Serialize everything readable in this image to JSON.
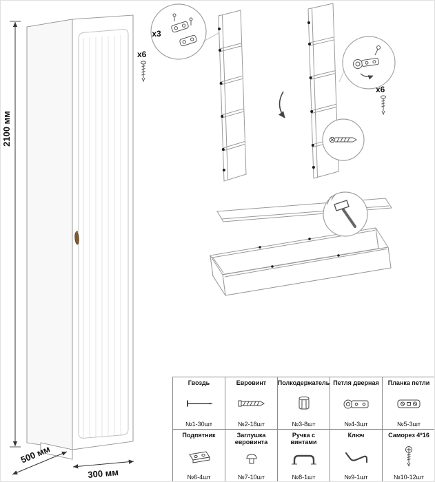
{
  "dimensions": {
    "height": "2100 мм",
    "depth": "500 мм",
    "width": "300 мм"
  },
  "assembly": {
    "callout_labels": {
      "hinge_plate_count": "x3",
      "screw_count_left": "x6",
      "screw_count_right": "x6"
    }
  },
  "parts_table": {
    "parts": [
      {
        "name": "Гвоздь",
        "qty": "№1-30шт",
        "icon": "nail-icon"
      },
      {
        "name": "Евровинт",
        "qty": "№2-18шт",
        "icon": "euroscrew-icon"
      },
      {
        "name": "Полкодержатель",
        "qty": "№3-8шт",
        "icon": "shelf-pin-icon"
      },
      {
        "name": "Петля дверная",
        "qty": "№4-3шт",
        "icon": "door-hinge-icon"
      },
      {
        "name": "Планка петли",
        "qty": "№5-3шт",
        "icon": "hinge-plate-icon"
      },
      {
        "name": "Подпятник",
        "qty": "№6-4шт",
        "icon": "foot-pad-icon"
      },
      {
        "name": "Заглушка евровинта",
        "qty": "№7-10шт",
        "icon": "screw-cap-icon"
      },
      {
        "name": "Ручка с винтами",
        "qty": "№8-1шт",
        "icon": "handle-icon"
      },
      {
        "name": "Ключ",
        "qty": "№9-1шт",
        "icon": "hex-key-icon"
      },
      {
        "name": "Саморез 4*16",
        "qty": "№10-12шт",
        "icon": "selftap-screw-icon"
      }
    ]
  }
}
